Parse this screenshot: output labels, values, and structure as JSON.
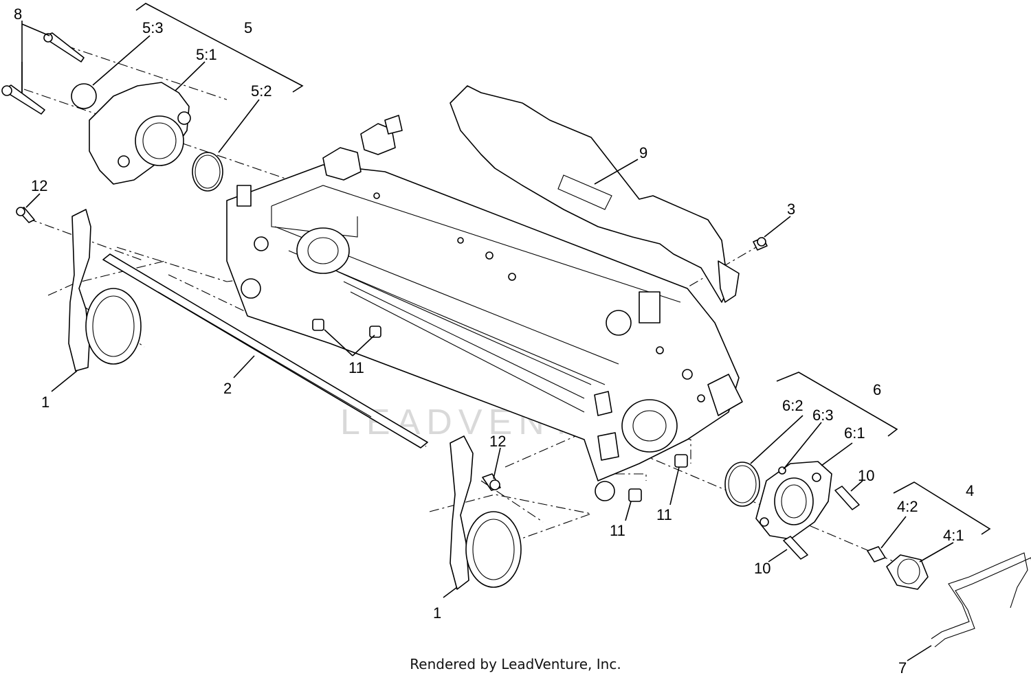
{
  "diagram": {
    "callouts": [
      {
        "id": "c8",
        "label": "8"
      },
      {
        "id": "c5-3",
        "label": "5:3"
      },
      {
        "id": "c5",
        "label": "5"
      },
      {
        "id": "c5-1",
        "label": "5:1"
      },
      {
        "id": "c5-2",
        "label": "5:2"
      },
      {
        "id": "c12a",
        "label": "12"
      },
      {
        "id": "c9",
        "label": "9"
      },
      {
        "id": "c3",
        "label": "3"
      },
      {
        "id": "c11a",
        "label": "11"
      },
      {
        "id": "c1a",
        "label": "1"
      },
      {
        "id": "c2",
        "label": "2"
      },
      {
        "id": "c6",
        "label": "6"
      },
      {
        "id": "c6-2",
        "label": "6:2"
      },
      {
        "id": "c6-3",
        "label": "6:3"
      },
      {
        "id": "c6-1",
        "label": "6:1"
      },
      {
        "id": "c12b",
        "label": "12"
      },
      {
        "id": "c10a",
        "label": "10"
      },
      {
        "id": "c4",
        "label": "4"
      },
      {
        "id": "c4-2",
        "label": "4:2"
      },
      {
        "id": "c4-1",
        "label": "4:1"
      },
      {
        "id": "c11b",
        "label": "11"
      },
      {
        "id": "c11c",
        "label": "11"
      },
      {
        "id": "c10b",
        "label": "10"
      },
      {
        "id": "c1b",
        "label": "1"
      },
      {
        "id": "c7",
        "label": "7"
      }
    ],
    "watermark": "LEADVENTURE",
    "footer": "Rendered by LeadVenture, Inc."
  }
}
